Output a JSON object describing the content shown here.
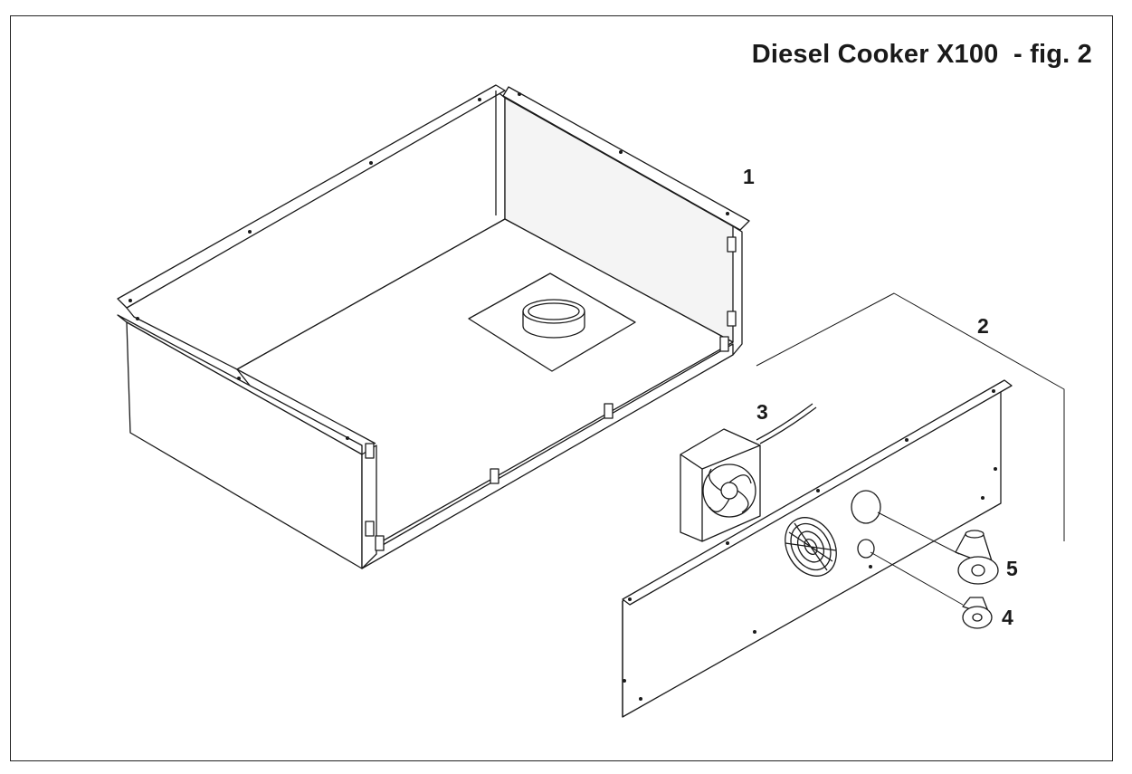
{
  "title": "Diesel Cooker X100  - fig. 2",
  "callouts": [
    {
      "id": "1",
      "part": "housing-tray"
    },
    {
      "id": "2",
      "part": "front-panel"
    },
    {
      "id": "3",
      "part": "fan"
    },
    {
      "id": "4",
      "part": "small-grommet"
    },
    {
      "id": "5",
      "part": "large-grommet"
    }
  ],
  "colors": {
    "line": "#1a1a1a",
    "background": "#ffffff"
  }
}
